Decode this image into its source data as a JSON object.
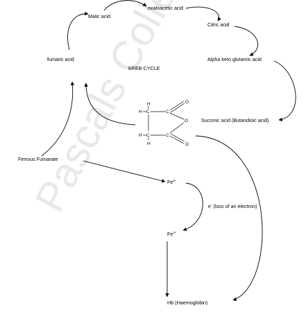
{
  "watermark": "Pascals College",
  "labels": {
    "malic": "Malic acid",
    "oxaloacetic": "oxaloacetic acid",
    "citric": "Citric acid",
    "alpha": "Alpha keto glutamic acid",
    "fumaric": "fumaric acid",
    "kreb": "KREB CYCLE",
    "succinic": "Succinic acid (Butandioic acid)",
    "ferrous": "Ferrous Fumarate",
    "fe2_base": "Fe",
    "fe2_sup": "2+",
    "electron_base": "e",
    "electron_sup": "-",
    "electron_text": " (loss of an electron)",
    "fe3_base": "Fe",
    "fe3_sup": "3+",
    "hb": "Hb (Haemoglobin)"
  },
  "structure": {
    "h": "H",
    "c": "C",
    "o": "O"
  }
}
